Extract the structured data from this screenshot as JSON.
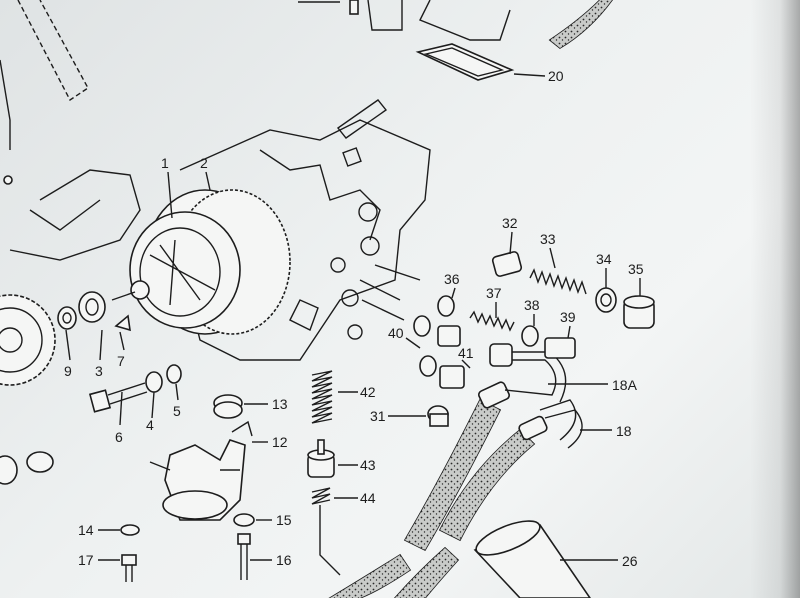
{
  "callouts": [
    {
      "id": "c1",
      "text": "1"
    },
    {
      "id": "c2",
      "text": "2"
    },
    {
      "id": "c3",
      "text": "3"
    },
    {
      "id": "c4",
      "text": "4"
    },
    {
      "id": "c5",
      "text": "5"
    },
    {
      "id": "c6",
      "text": "6"
    },
    {
      "id": "c7",
      "text": "7"
    },
    {
      "id": "c9",
      "text": "9"
    },
    {
      "id": "c12",
      "text": "12"
    },
    {
      "id": "c13",
      "text": "13"
    },
    {
      "id": "c14",
      "text": "14"
    },
    {
      "id": "c15",
      "text": "15"
    },
    {
      "id": "c16",
      "text": "16"
    },
    {
      "id": "c17",
      "text": "17"
    },
    {
      "id": "c18",
      "text": "18"
    },
    {
      "id": "c18a",
      "text": "18A"
    },
    {
      "id": "c20",
      "text": "20"
    },
    {
      "id": "c26",
      "text": "26"
    },
    {
      "id": "c31",
      "text": "31"
    },
    {
      "id": "c32",
      "text": "32"
    },
    {
      "id": "c33",
      "text": "33"
    },
    {
      "id": "c34",
      "text": "34"
    },
    {
      "id": "c35",
      "text": "35"
    },
    {
      "id": "c36",
      "text": "36"
    },
    {
      "id": "c37",
      "text": "37"
    },
    {
      "id": "c38",
      "text": "38"
    },
    {
      "id": "c39",
      "text": "39"
    },
    {
      "id": "c40",
      "text": "40"
    },
    {
      "id": "c41",
      "text": "41"
    },
    {
      "id": "c42",
      "text": "42"
    },
    {
      "id": "c43",
      "text": "43"
    },
    {
      "id": "c44",
      "text": "44"
    }
  ]
}
